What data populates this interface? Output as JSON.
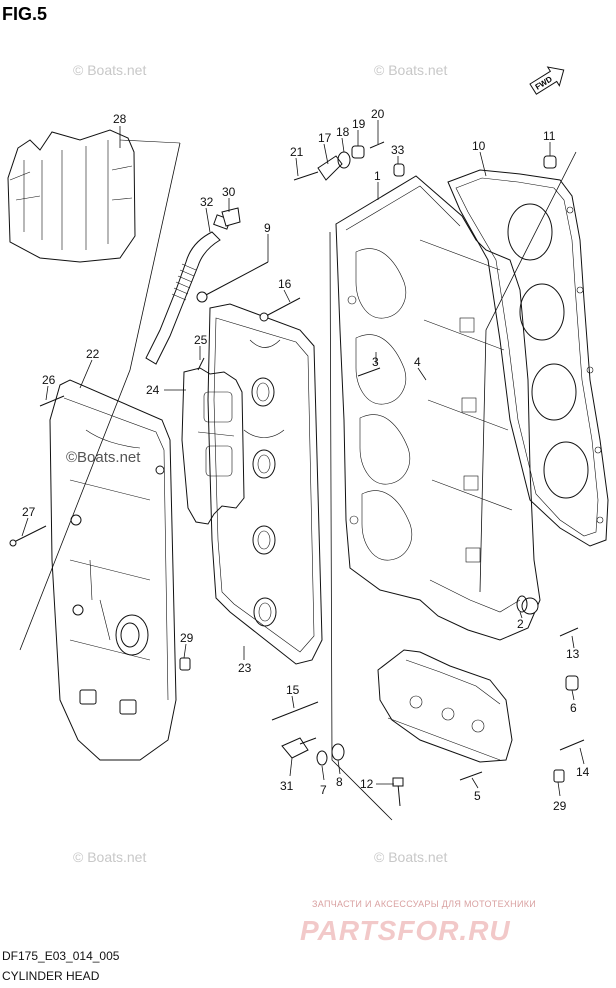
{
  "figure": {
    "title": "FIG.5",
    "model_code": "DF175_E03_014_005",
    "section_name": "CYLINDER HEAD",
    "fwd_label": "FWD"
  },
  "watermarks": {
    "boats": "© Boats.net",
    "boats_center": "©Boats.net",
    "ru_line": "ЗАПЧАСТИ И АКСЕССУАРЫ ДЛЯ МОТОТЕХНИКИ",
    "ru_brand": "PARTSFOR.RU"
  },
  "callouts": [
    "1",
    "2",
    "3",
    "4",
    "5",
    "6",
    "7",
    "8",
    "9",
    "10",
    "11",
    "12",
    "13",
    "14",
    "15",
    "16",
    "17",
    "18",
    "19",
    "20",
    "21",
    "22",
    "23",
    "24",
    "25",
    "26",
    "27",
    "28",
    "29",
    "29",
    "30",
    "31",
    "32",
    "33"
  ],
  "colors": {
    "line": "#111111",
    "watermark": "#c8c8c8",
    "ru_watermark": "#f2c9c9"
  }
}
